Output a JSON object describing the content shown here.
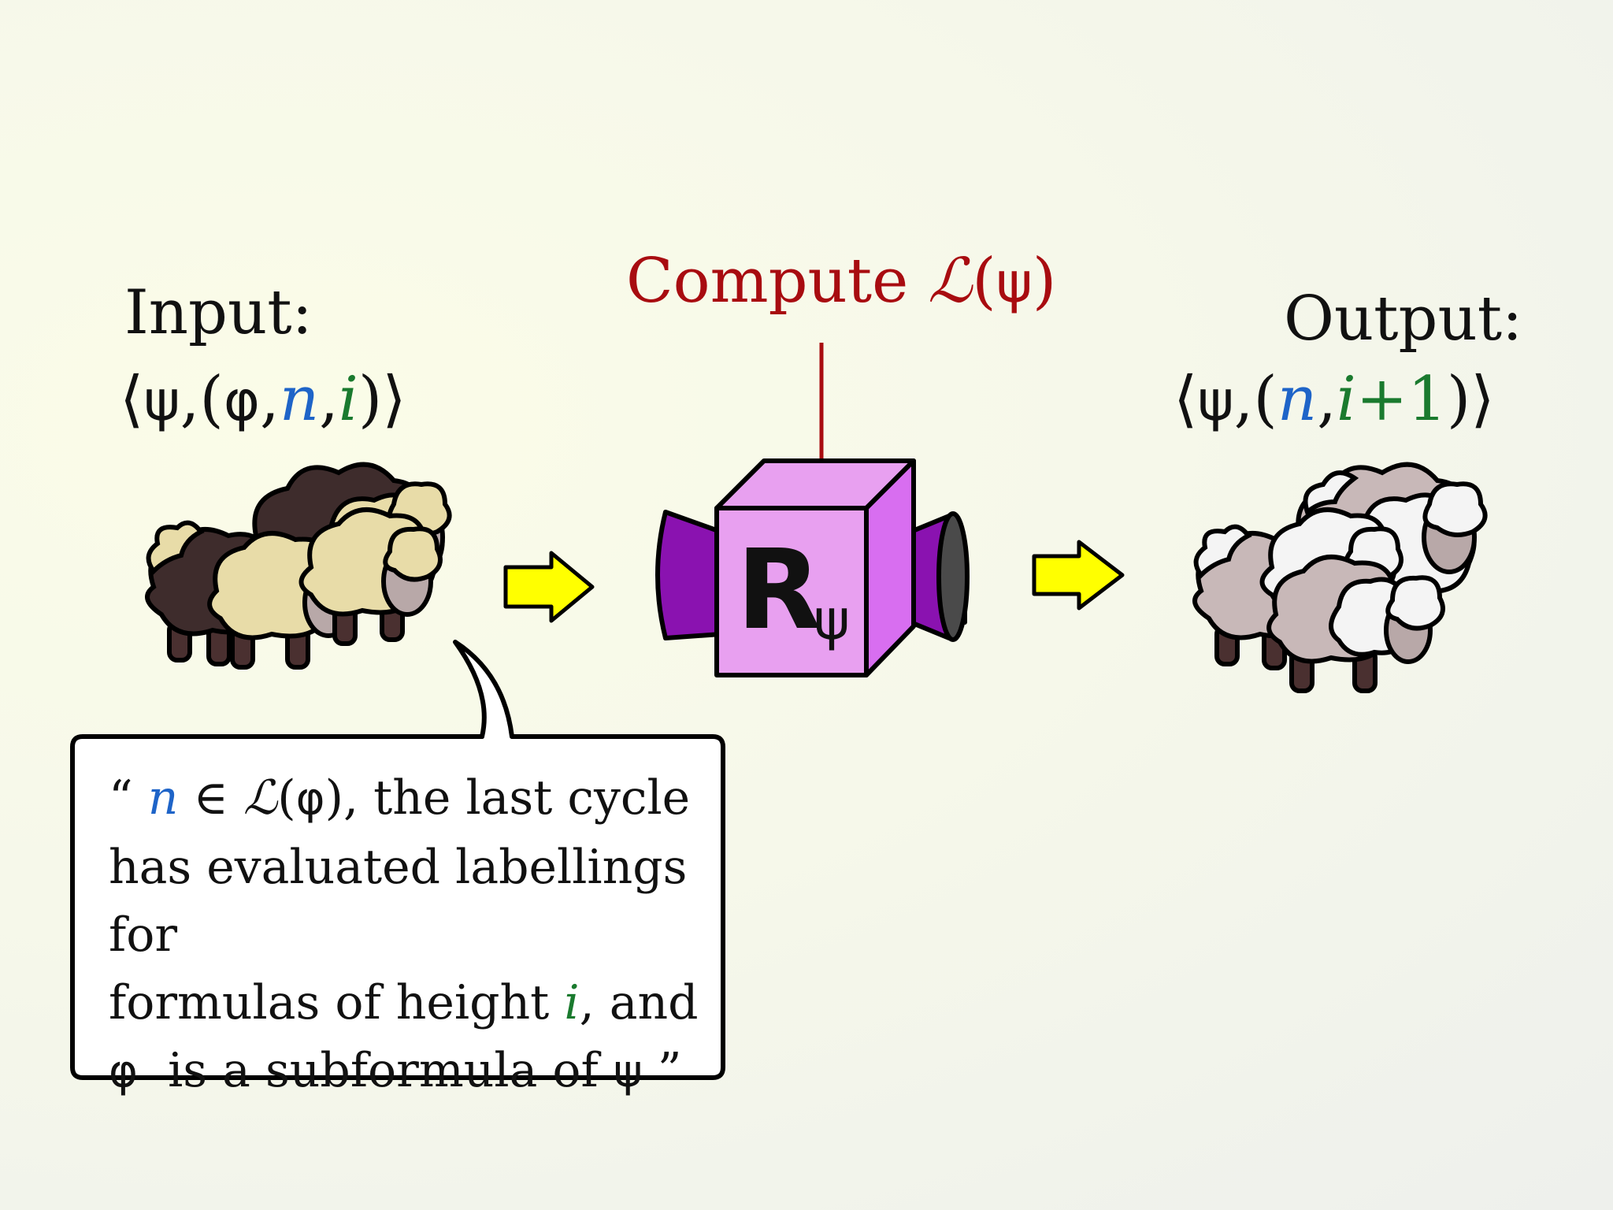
{
  "input": {
    "heading": "Input:",
    "open": "⟨",
    "psi": "ψ",
    "comma1": ",(",
    "phi": "φ",
    "comma2": ",",
    "n": "n",
    "comma3": ",",
    "i": "i",
    "close": ")⟩"
  },
  "compute": {
    "label": "Compute ",
    "script_l": "ℒ",
    "paren_open": "(",
    "psi": "ψ",
    "paren_close": ")"
  },
  "machine": {
    "letter": "R",
    "subscript": "ψ"
  },
  "output": {
    "heading": "Output:",
    "open": "⟨",
    "psi": "ψ",
    "comma1": ",(",
    "n": "n",
    "comma2": ",",
    "i": "i",
    "plus_one": "+1",
    "close": ")⟩"
  },
  "callout": {
    "open_quote": "“ ",
    "n": "n",
    "in": " ∈ ",
    "script_l": "ℒ",
    "paren_open": "(",
    "phi": "φ",
    "line1_rest": "), the last cycle",
    "line2": "has evaluated labellings for",
    "line3_start": "formulas of height ",
    "i": "i",
    "line3_end": ", and",
    "phi2": "φ",
    "line4_mid": "  is a subformula of ",
    "psi": "ψ",
    "close_quote": " ”"
  },
  "colors": {
    "n": "#1e64c8",
    "i": "#1a7a2e",
    "compute": "#a80c10",
    "arrow_fill": "#ffff00",
    "box_front": "#e8a0f0",
    "box_side": "#d86ef0",
    "funnel": "#8a12b0"
  },
  "icons": [
    "sheep-flock-dark-icon",
    "arrow-right-icon",
    "machine-box-icon",
    "sheep-flock-white-icon"
  ]
}
